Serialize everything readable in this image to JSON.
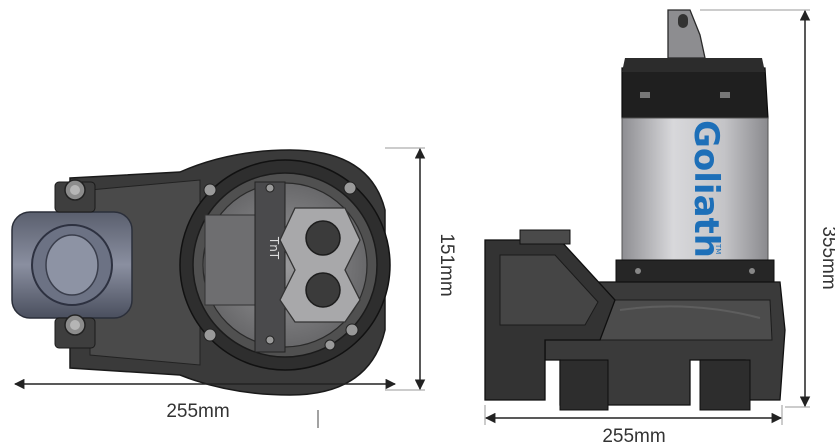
{
  "dimensions": {
    "bottom_view_width": "255mm",
    "bottom_view_height": "151mm",
    "side_view_width": "255mm",
    "side_view_height": "355mm"
  },
  "brand": {
    "logo_text": "Goliath",
    "logo_mark": "TM",
    "plate_text": "TnT"
  },
  "colors": {
    "body_dark": "#2b2b2b",
    "body_mid": "#4a4a4a",
    "steel": "#b9b9bc",
    "brand_blue": "#1d6fb8",
    "dimension_line": "#222222"
  }
}
